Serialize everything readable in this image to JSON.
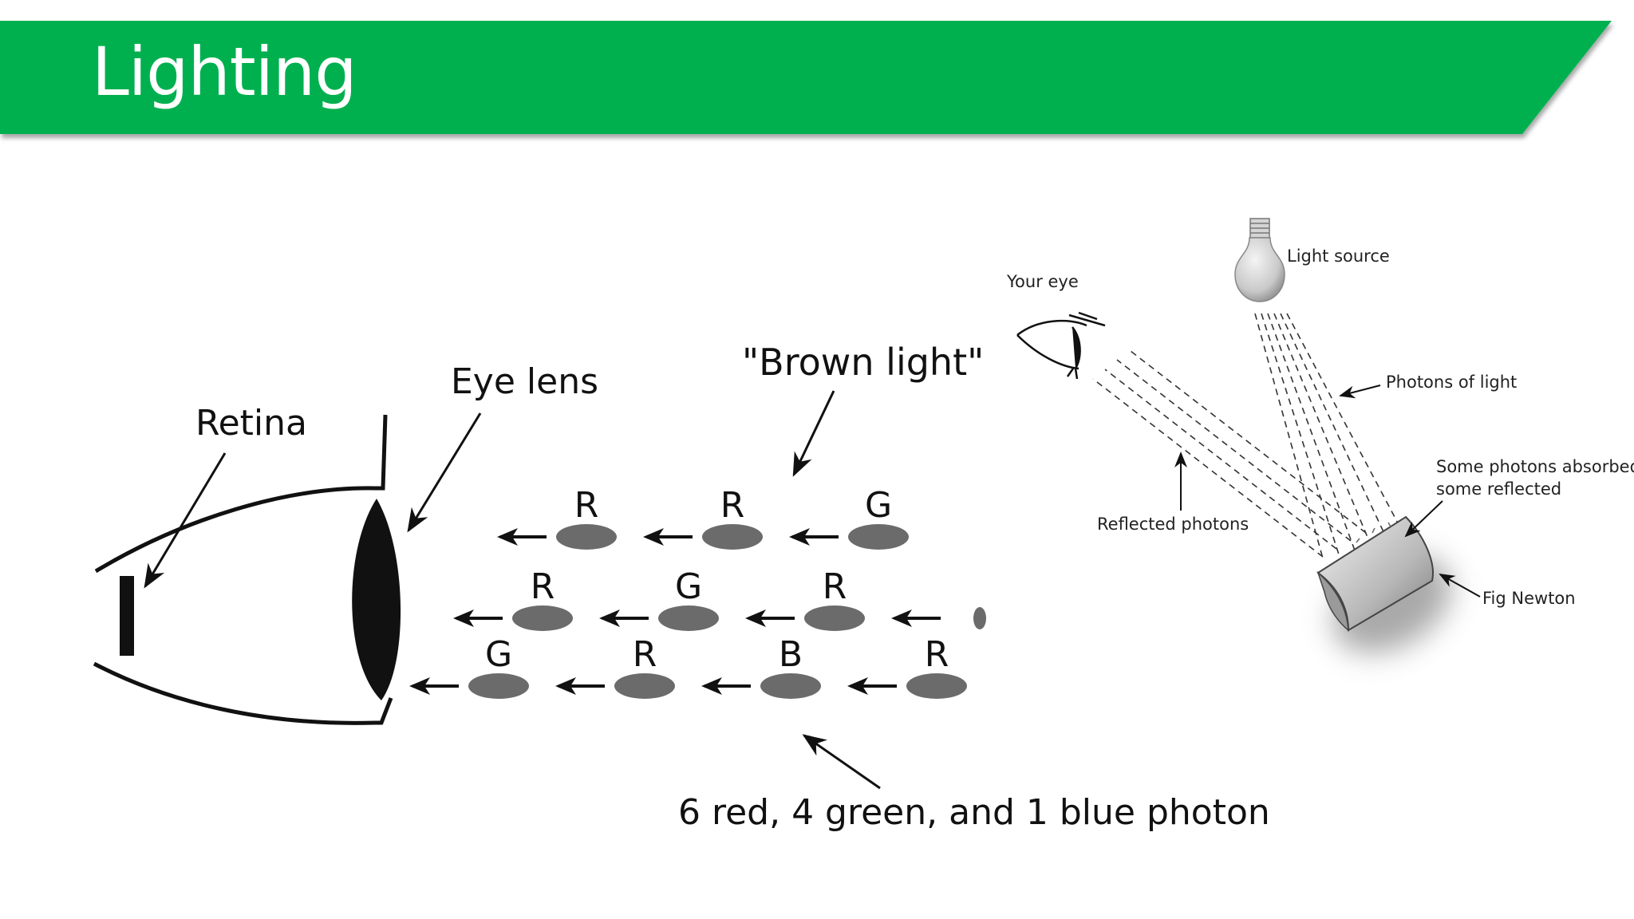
{
  "slide": {
    "title": "Lighting",
    "accent_color": "#00B050"
  },
  "left_diagram": {
    "labels": {
      "retina": "Retina",
      "eye_lens": "Eye lens",
      "brown_light": "\"Brown light\"",
      "caption": "6 red, 4 green, and 1 blue photon"
    },
    "photon_rows": [
      [
        "R",
        "R",
        "G"
      ],
      [
        "R",
        "G",
        "R",
        ""
      ],
      [
        "G",
        "R",
        "B",
        "R"
      ]
    ],
    "photon_color": "#6b6b6b"
  },
  "right_diagram": {
    "labels": {
      "your_eye": "Your eye",
      "light_source": "Light source",
      "photons_of_light": "Photons of light",
      "absorbed_line1": "Some photons absorbed,",
      "absorbed_line2": "some reflected",
      "reflected_photons": "Reflected photons",
      "fig_newton": "Fig Newton"
    }
  }
}
